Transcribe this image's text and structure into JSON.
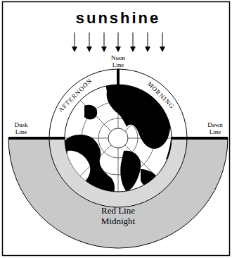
{
  "diagram": {
    "nodes": [
      {
        "text": [
          "Red Line Midnight"
        ]
      }
    ],
    "labels": [
      "sunshine",
      "Noon Line",
      "AFTERNOON",
      "MORNING",
      "Dusk Line",
      "Dawn Line"
    ]
  }
}
